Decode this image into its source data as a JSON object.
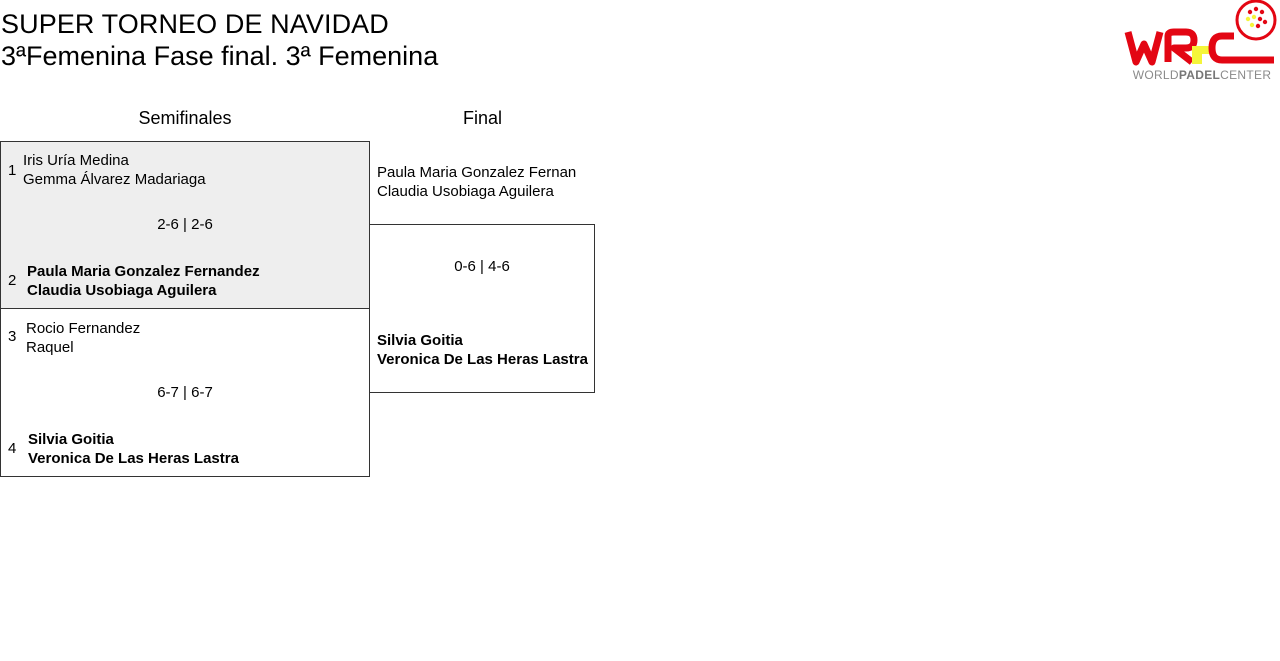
{
  "header": {
    "title": "SUPER TORNEO DE NAVIDAD",
    "subtitle": "3ªFemenina Fase final. 3ª Femenina"
  },
  "logo": {
    "text_part1": "WORLD",
    "text_part2": "PADEL",
    "text_part3": "CENTER",
    "colors": {
      "red": "#e30613",
      "yellow": "#f5f53a",
      "gray": "#8a8a8a"
    }
  },
  "rounds": [
    {
      "label": "Semifinales"
    },
    {
      "label": "Final"
    }
  ],
  "semifinals": [
    {
      "score": "2-6 | 2-6",
      "top": {
        "seed": "1",
        "player1": "Iris Uría Medina",
        "player2": "Gemma Álvarez Madariaga"
      },
      "bottom": {
        "seed": "2",
        "player1": "Paula Maria Gonzalez Fernandez",
        "player2": "Claudia Usobiaga Aguilera"
      }
    },
    {
      "score": "6-7 | 6-7",
      "top": {
        "seed": "3",
        "player1": "Rocio Fernandez",
        "player2": "Raquel"
      },
      "bottom": {
        "seed": "4",
        "player1": "Silvia Goitia",
        "player2": "Veronica De Las Heras Lastra"
      }
    }
  ],
  "final": {
    "score": "0-6 | 4-6",
    "top": {
      "player1": "Paula Maria Gonzalez Fernan",
      "player2": "Claudia Usobiaga Aguilera"
    },
    "bottom": {
      "player1": "Silvia Goitia",
      "player2": "Veronica De Las Heras Lastra"
    }
  }
}
